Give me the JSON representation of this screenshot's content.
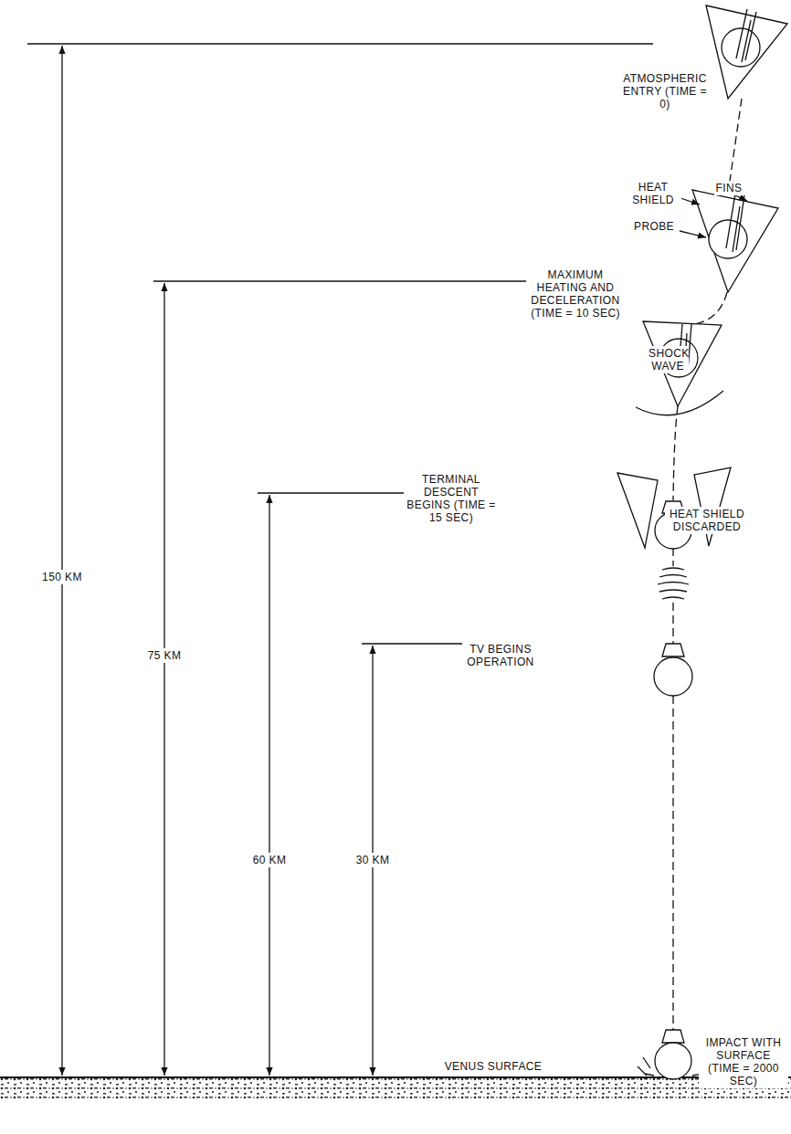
{
  "diagram": {
    "labels": [
      "ATMOSPHERIC ENTRY (TIME = 0)",
      "HEAT SHIELD",
      "FINS",
      "PROBE",
      "MAXIMUM HEATING AND DECELERATION (TIME = 10 SEC)",
      "SHOCK WAVE",
      "TERMINAL DESCENT BEGINS (TIME = 15 SEC)",
      "HEAT SHIELD DISCARDED",
      "150 KM",
      "75 KM",
      "TV BEGINS OPERATION",
      "60 KM",
      "30 KM",
      "IMPACT WITH SURFACE (TIME = 2000 SEC)",
      "VENUS SURFACE"
    ]
  }
}
